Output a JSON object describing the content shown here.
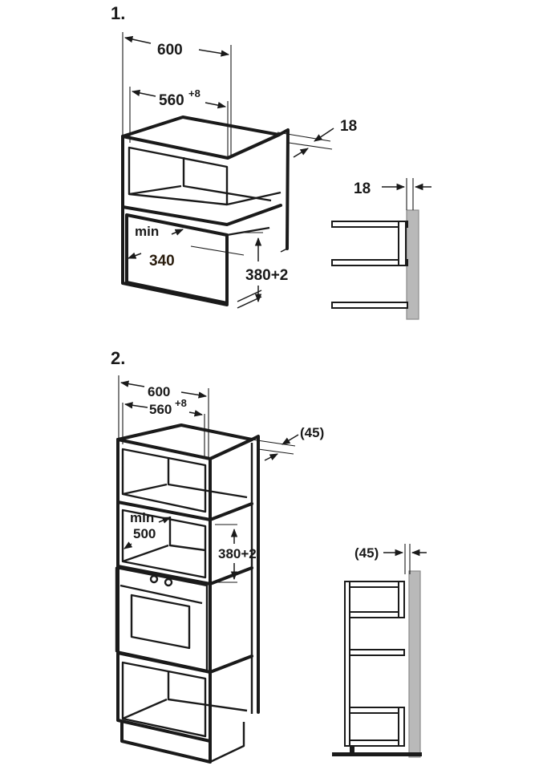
{
  "diagram1": {
    "step_label": "1.",
    "width_outer": "600",
    "width_inner_base": "560",
    "width_inner_tolerance": "+8",
    "side_thickness": "18",
    "wall_gap": "18",
    "min_label": "min",
    "min_value": "340",
    "height": "380+2"
  },
  "diagram2": {
    "step_label": "2.",
    "width_outer": "600",
    "width_inner_base": "560",
    "width_inner_tolerance": "+8",
    "side_gap": "(45)",
    "wall_gap": "(45)",
    "min_label": "min",
    "min_value": "500",
    "height": "380+2"
  },
  "colors": {
    "line": "#1a1a1a",
    "wall": "#b9b9b9"
  }
}
